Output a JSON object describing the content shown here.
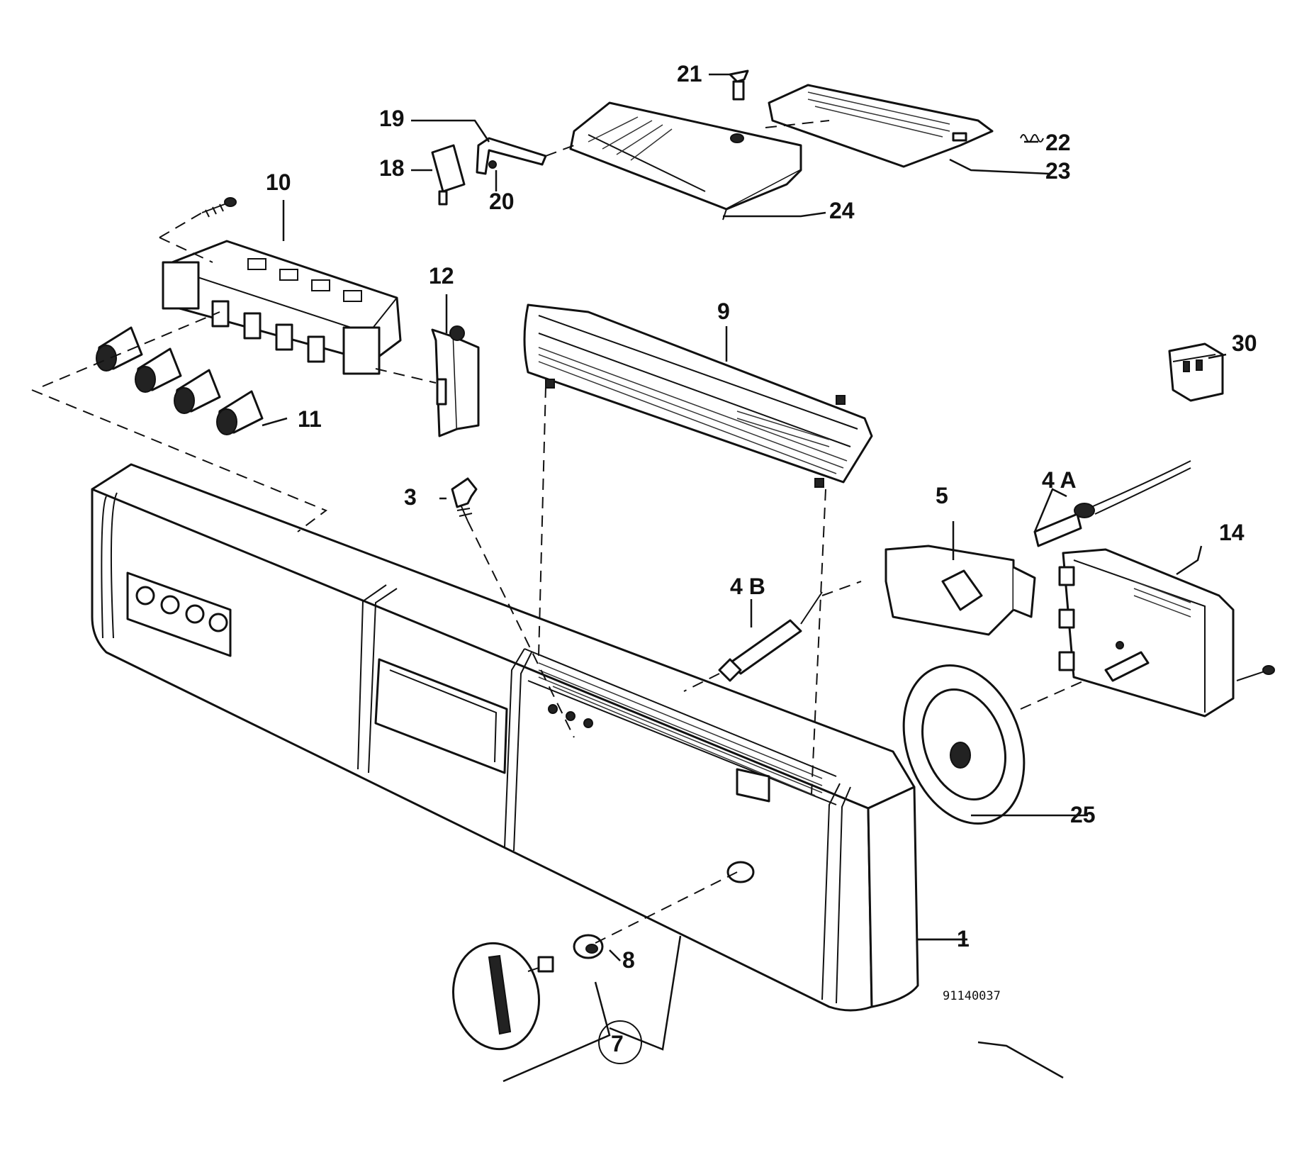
{
  "diagram": {
    "drawing_number": "91140037",
    "part_labels": {
      "p1": "1",
      "p3": "3",
      "p4a": "4 A",
      "p4b": "4 B",
      "p5": "5",
      "p7": "7",
      "p8": "8",
      "p9": "9",
      "p10": "10",
      "p11": "11",
      "p12": "12",
      "p14": "14",
      "p18": "18",
      "p19": "19",
      "p20": "20",
      "p21": "21",
      "p22": "22",
      "p23": "23",
      "p24": "24",
      "p25": "25",
      "p30": "30"
    }
  }
}
